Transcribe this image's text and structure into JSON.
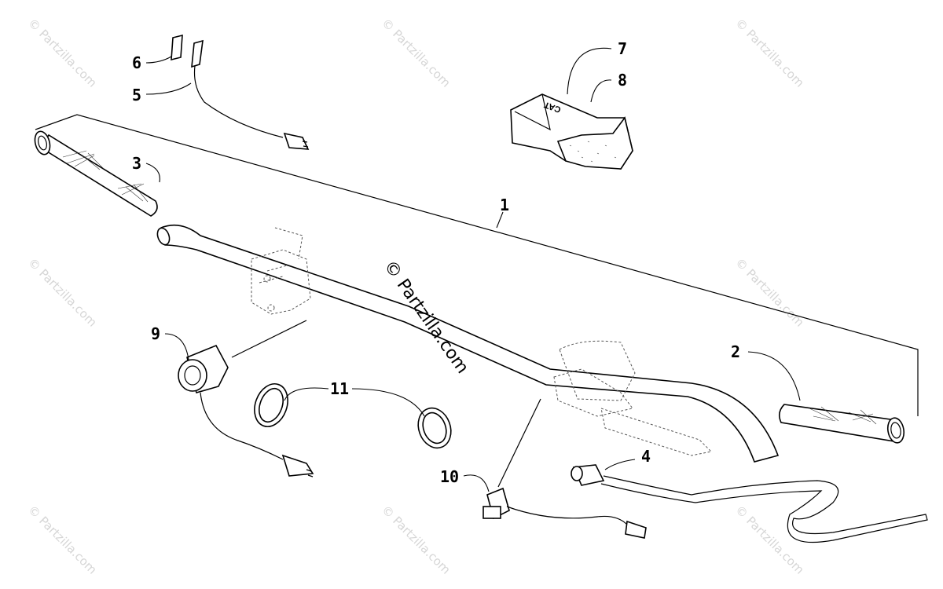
{
  "watermark": {
    "small_text": "© Partzilla.com",
    "center_text": "© Partzilla.com"
  },
  "callouts": {
    "c1": "1",
    "c2": "2",
    "c3": "3",
    "c4": "4",
    "c5": "5",
    "c6": "6",
    "c7": "7",
    "c8": "8",
    "c9": "9",
    "c10": "10",
    "c11": "11"
  },
  "pad_logo": "CAT"
}
